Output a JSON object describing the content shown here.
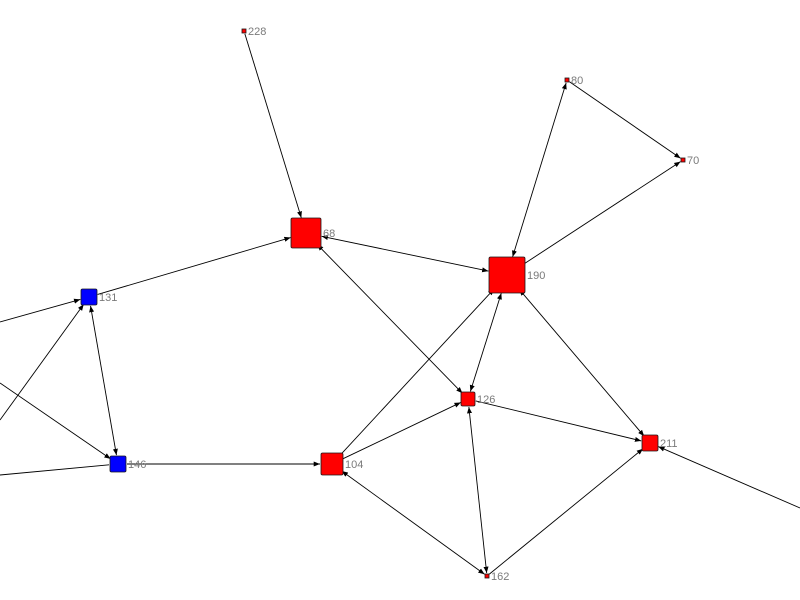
{
  "graph": {
    "colors": {
      "red_group": "#ff0000",
      "blue_group": "#0000ff",
      "edge": "#000000",
      "label": "#7a7a7a"
    },
    "nodes": [
      {
        "id": "228",
        "label": "228",
        "group": "red",
        "size": "tiny"
      },
      {
        "id": "80",
        "label": "80",
        "group": "red",
        "size": "tiny"
      },
      {
        "id": "70",
        "label": "70",
        "group": "red",
        "size": "tiny"
      },
      {
        "id": "68",
        "label": "68",
        "group": "red",
        "size": "large"
      },
      {
        "id": "190",
        "label": "190",
        "group": "red",
        "size": "xlarge"
      },
      {
        "id": "131",
        "label": "131",
        "group": "blue",
        "size": "medium"
      },
      {
        "id": "146",
        "label": "146",
        "group": "blue",
        "size": "medium"
      },
      {
        "id": "104",
        "label": "104",
        "group": "red",
        "size": "medium-large"
      },
      {
        "id": "126",
        "label": "126",
        "group": "red",
        "size": "small"
      },
      {
        "id": "211",
        "label": "211",
        "group": "red",
        "size": "medium"
      },
      {
        "id": "162",
        "label": "162",
        "group": "red",
        "size": "tiny"
      }
    ],
    "edges": [
      {
        "from": "228",
        "to": "68",
        "direction": "forward"
      },
      {
        "from": "68",
        "to": "190",
        "direction": "both"
      },
      {
        "from": "131",
        "to": "68",
        "direction": "forward"
      },
      {
        "from": "190",
        "to": "80",
        "direction": "both"
      },
      {
        "from": "80",
        "to": "70",
        "direction": "forward"
      },
      {
        "from": "190",
        "to": "70",
        "direction": "forward"
      },
      {
        "from": "68",
        "to": "126",
        "direction": "both"
      },
      {
        "from": "190",
        "to": "126",
        "direction": "both"
      },
      {
        "from": "104",
        "to": "190",
        "direction": "forward"
      },
      {
        "from": "190",
        "to": "211",
        "direction": "both"
      },
      {
        "from": "131",
        "to": "146",
        "direction": "both"
      },
      {
        "from": "146",
        "to": "104",
        "direction": "forward"
      },
      {
        "from": "104",
        "to": "126",
        "direction": "forward"
      },
      {
        "from": "126",
        "to": "211",
        "direction": "forward"
      },
      {
        "from": "126",
        "to": "162",
        "direction": "both"
      },
      {
        "from": "104",
        "to": "162",
        "direction": "both"
      },
      {
        "from": "162",
        "to": "211",
        "direction": "forward"
      }
    ],
    "offscreen_edges": [
      {
        "node": "131",
        "direction": "incoming"
      },
      {
        "node": "131",
        "direction": "incoming"
      },
      {
        "node": "146",
        "direction": "incoming"
      },
      {
        "node": "146",
        "direction": "outgoing"
      },
      {
        "node": "211",
        "direction": "incoming"
      }
    ]
  }
}
